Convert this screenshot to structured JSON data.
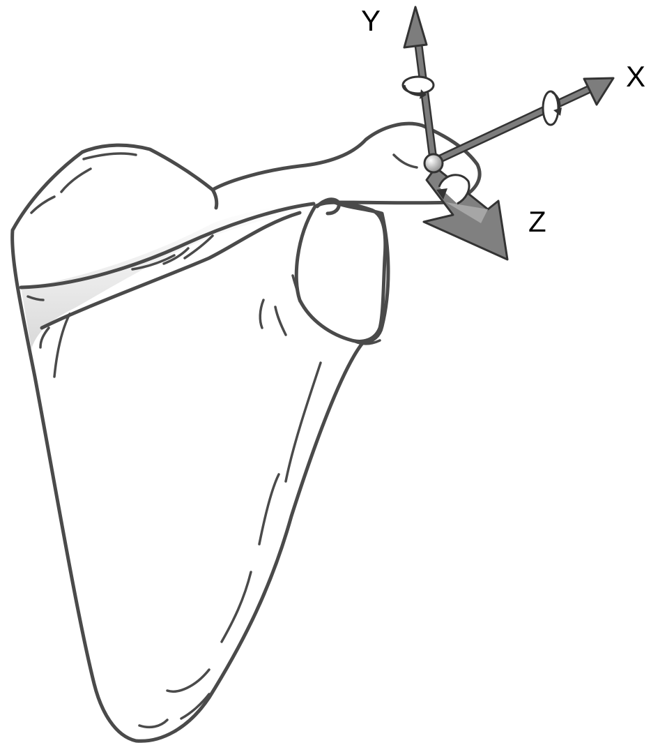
{
  "figure": {
    "axes": {
      "x_label": "X",
      "y_label": "Y",
      "z_label": "Z"
    },
    "colors": {
      "bone_outline": "#4a4a4a",
      "bone_fill": "#ffffff",
      "bone_shade": "#c8c8c8",
      "arrow_fill": "#7d7d7d",
      "arrow_stroke": "#333333",
      "z_arrow_fill": "#808080",
      "label": "#000000"
    },
    "icons": {
      "y_rotation": "rotation-arrow-icon",
      "x_rotation": "rotation-arrow-icon",
      "z_rotation": "rotation-arrow-icon",
      "origin": "joint-sphere-icon"
    }
  }
}
